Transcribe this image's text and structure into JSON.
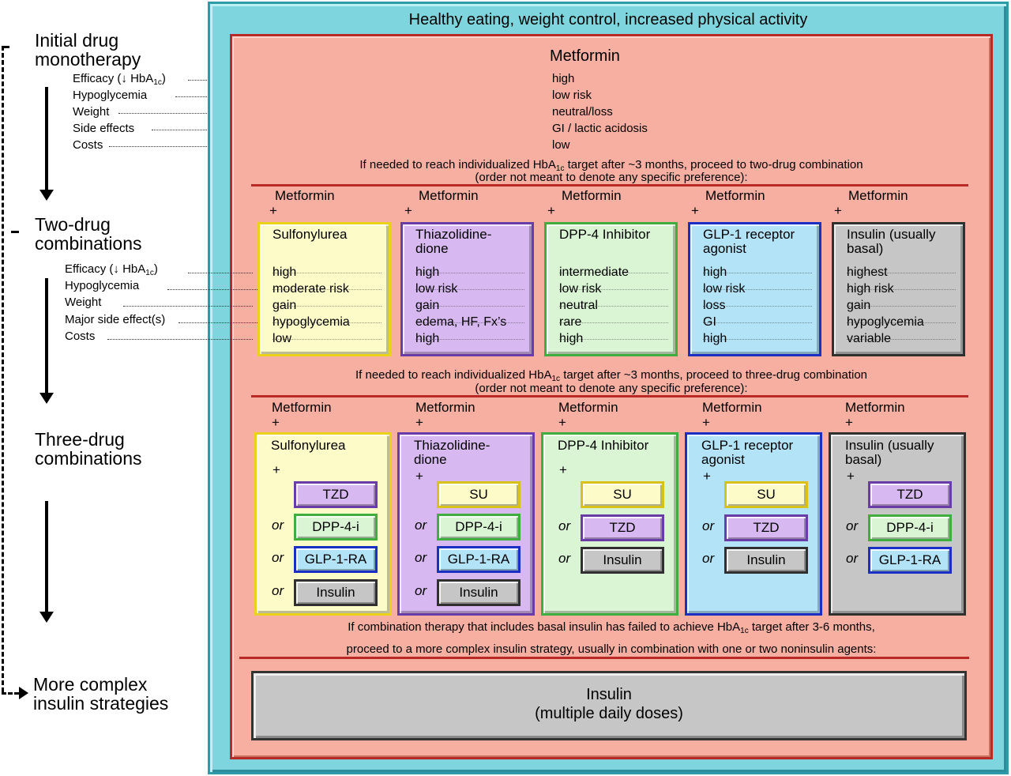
{
  "stages": {
    "initial": "Initial drug\nmonotherapy",
    "two": "Two-drug\ncombinations",
    "three": "Three-drug\ncombinations",
    "complex": "More complex\ninsulin strategies"
  },
  "mono_params": [
    "Efficacy (↓ HbA1c)",
    "Hypoglycemia",
    "Weight",
    "Side effects",
    "Costs"
  ],
  "two_params": [
    "Efficacy (↓ HbA1c)",
    "Hypoglycemia",
    "Weight",
    "Major side effect(s)",
    "Costs"
  ],
  "outer_title": "Healthy eating, weight control, increased physical activity",
  "mono": {
    "drug": "Metformin",
    "values": [
      "high",
      "low risk",
      "neutral/loss",
      "GI / lactic acidosis",
      "low"
    ]
  },
  "transition1": {
    "line1": "If needed to reach individualized HbA1c target after ~3 months, proceed to two-drug combination",
    "line2": "(order not meant to denote any specific preference):"
  },
  "transition2": {
    "line1": "If needed to reach individualized HbA1c target after ~3 months, proceed to three-drug combination",
    "line2": "(order not meant to denote any specific preference):"
  },
  "transition3": {
    "line1": "If combination therapy that includes basal insulin has failed to achieve HbA1c target after 3-6 months,",
    "line2": "proceed to a more complex insulin strategy, usually in combination with one or two noninsulin agents:"
  },
  "metformin_label": "Metformin",
  "plus": "+",
  "or": "or",
  "two_drug": [
    {
      "name": "Sulfonylurea",
      "values": [
        "high",
        "moderate risk",
        "gain",
        "hypoglycemia",
        "low"
      ]
    },
    {
      "name": "Thiazolidine-\ndione",
      "values": [
        "high",
        "low risk",
        "gain",
        "edema, HF, Fx’s",
        "high"
      ]
    },
    {
      "name": "DPP-4 Inhibitor",
      "values": [
        "intermediate",
        "low risk",
        "neutral",
        "rare",
        "high"
      ]
    },
    {
      "name": "GLP-1 receptor\nagonist",
      "values": [
        "high",
        "low risk",
        "loss",
        "GI",
        "high"
      ]
    },
    {
      "name": "Insulin (usually\nbasal)",
      "values": [
        "highest",
        "high risk",
        "gain",
        "hypoglycemia",
        "variable"
      ]
    }
  ],
  "three_drug": [
    {
      "name": "Sulfonylurea",
      "options": [
        "TZD",
        "DPP-4-i",
        "GLP-1-RA",
        "Insulin"
      ]
    },
    {
      "name": "Thiazolidine-\ndione",
      "options": [
        "SU",
        "DPP-4-i",
        "GLP-1-RA",
        "Insulin"
      ]
    },
    {
      "name": "DPP-4 Inhibitor",
      "options": [
        "SU",
        "TZD",
        "Insulin"
      ]
    },
    {
      "name": "GLP-1 receptor\nagonist",
      "options": [
        "SU",
        "TZD",
        "Insulin"
      ]
    },
    {
      "name": "Insulin (usually\nbasal)",
      "options": [
        "TZD",
        "DPP-4-i",
        "GLP-1-RA"
      ]
    }
  ],
  "final": {
    "line1": "Insulin",
    "line2": "(multiple daily doses)"
  },
  "colors": {
    "outer_fill": "#7fd5dd",
    "inner_fill": "#f6afa0",
    "rule": "#b92a26",
    "sulfonylurea": "#fdfbc8",
    "tzd": "#d8b8f0",
    "dpp4": "#d9f5d3",
    "glp1": "#b2e3f7",
    "insulin": "#c6c6c6"
  }
}
